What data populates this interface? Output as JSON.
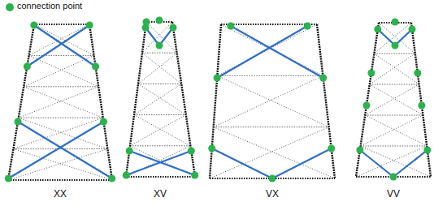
{
  "diagram": {
    "labels": [
      "XX",
      "XV",
      "VX",
      "VV"
    ],
    "legend": [
      {
        "text": "connection point",
        "color": "#2bb24c"
      }
    ]
  }
}
